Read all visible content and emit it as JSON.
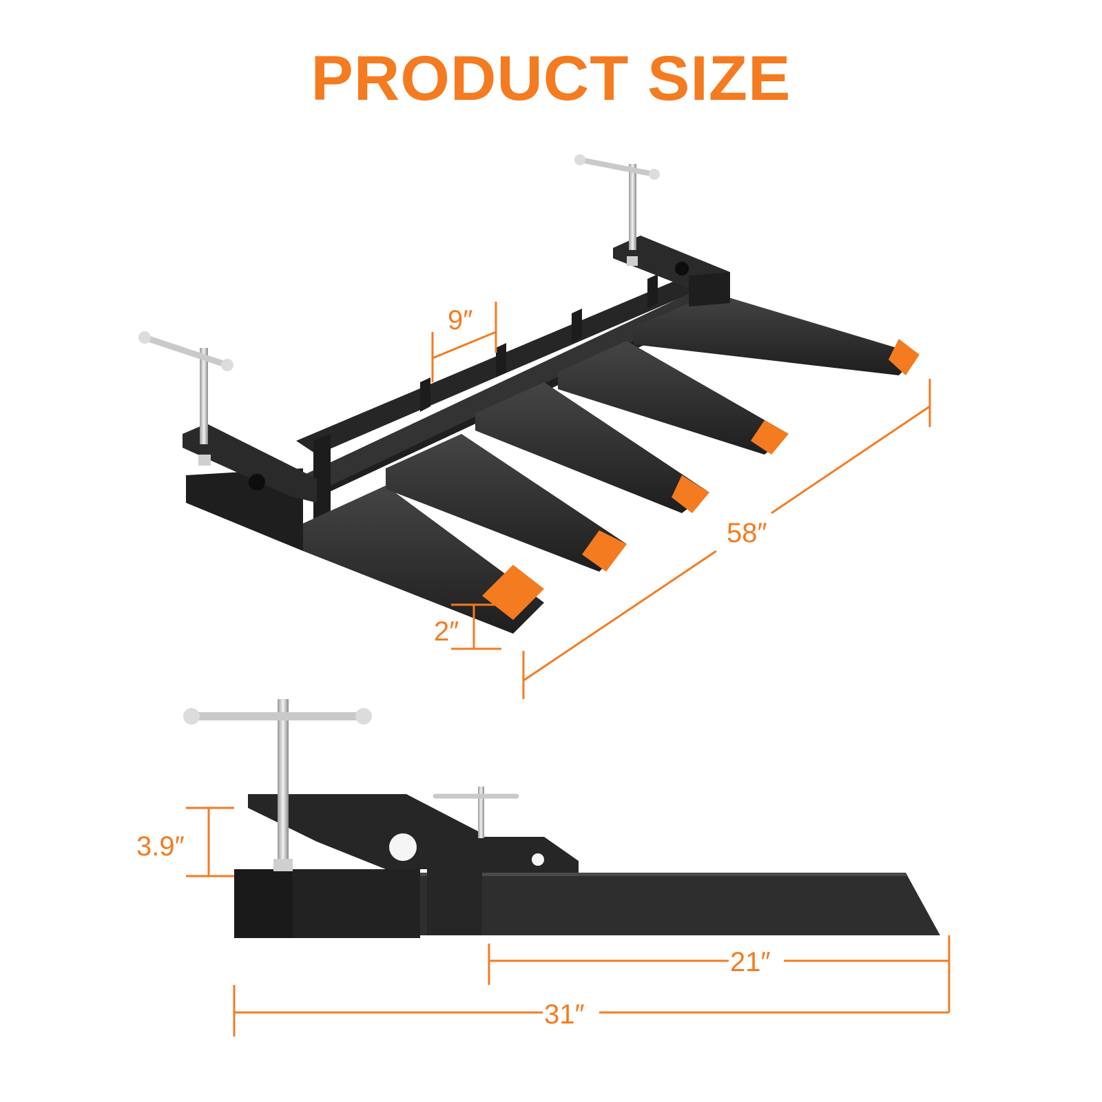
{
  "header": {
    "title": "PRODUCT SIZE"
  },
  "colors": {
    "accent": "#f47b20",
    "steel": "#2b2b2b",
    "steel_light": "#3d3d3d",
    "bolt": "#c9c9c9",
    "background": "#ffffff"
  },
  "top_view": {
    "tine_count": 5,
    "dimensions": {
      "tine_spacing": "9″",
      "overall_width": "58″",
      "tine_height": "2″"
    },
    "icons": [
      "clamp-bolt-left-icon",
      "clamp-bolt-right-icon"
    ]
  },
  "side_view": {
    "dimensions": {
      "clamp_height": "3.9″",
      "tine_length": "21″",
      "overall_length": "31″"
    }
  }
}
